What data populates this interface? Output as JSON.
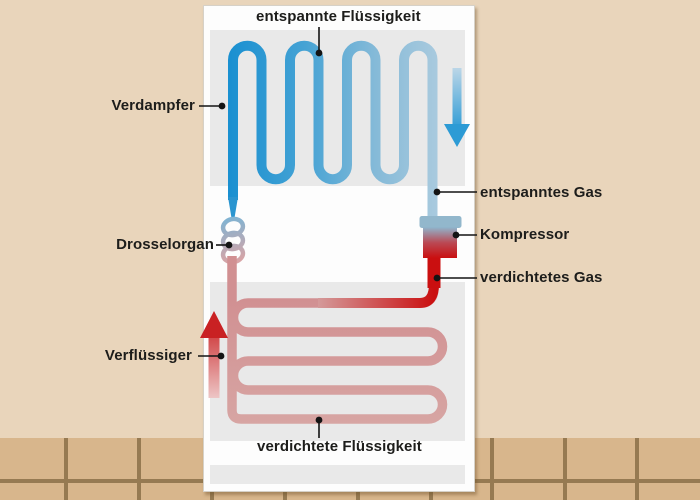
{
  "scene": {
    "labels": {
      "relaxed_liquid": "entspannte Flüssigkeit",
      "evaporator": "Verdampfer",
      "relaxed_gas": "entspanntes Gas",
      "compressor": "Kompressor",
      "compressed_gas": "verdichtetes Gas",
      "throttle": "Drosselorgan",
      "condenser": "Verflüssiger",
      "compressed_liquid": "verdichtete Flüssigkeit"
    },
    "colors": {
      "cold_pipe_strong": "#1a90d1",
      "cold_pipe_light": "#a9cade",
      "hot_pipe_strong": "#ca0f10",
      "hot_pipe_light": "#d49c9c",
      "wall": "#e9d5bb",
      "tile": "#d8b68c",
      "grout": "#967a52",
      "panel": "#fdfdfd",
      "zone_band": "#e9e9e9",
      "label_text": "#1d1d1b"
    }
  }
}
